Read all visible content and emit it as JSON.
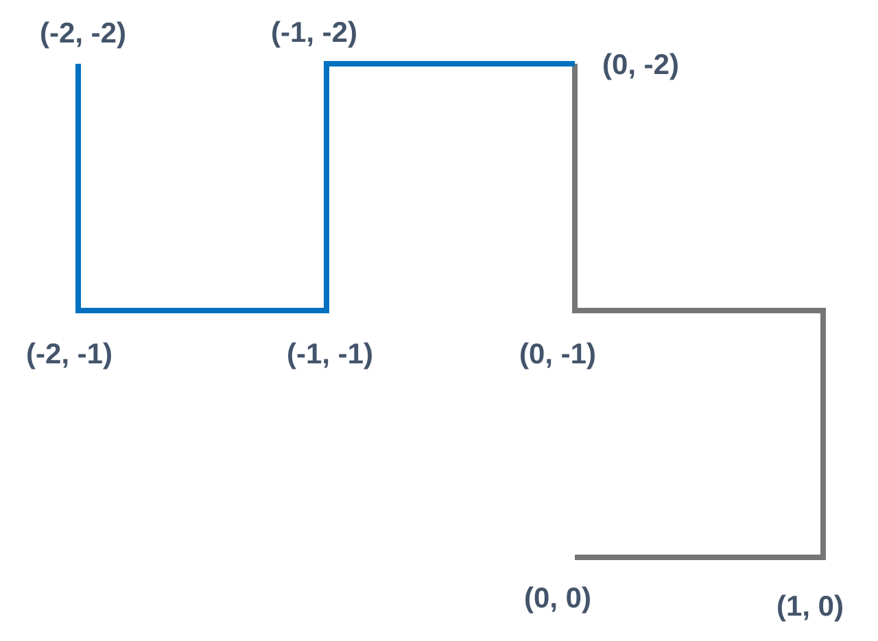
{
  "colors": {
    "blue_path": "#0070C0",
    "gray_path": "#767676",
    "label": "#44546A",
    "background": "#FFFFFF"
  },
  "paths": [
    {
      "name": "gray-path",
      "color_key": "gray_path",
      "points": [
        [
          0,
          0
        ],
        [
          1,
          0
        ],
        [
          1,
          -1
        ],
        [
          0,
          -1
        ],
        [
          0,
          -2
        ]
      ]
    },
    {
      "name": "blue-path",
      "color_key": "blue_path",
      "points": [
        [
          0,
          -2
        ],
        [
          -1,
          -2
        ],
        [
          -1,
          -1
        ],
        [
          -2,
          -1
        ],
        [
          -2,
          -2
        ]
      ]
    }
  ],
  "labels": [
    {
      "id": "label-neg2-neg2",
      "text": "(-2, -2)"
    },
    {
      "id": "label-neg1-neg2",
      "text": "(-1, -2)"
    },
    {
      "id": "label-0-neg2",
      "text": "(0, -2)"
    },
    {
      "id": "label-neg2-neg1",
      "text": "(-2, -1)"
    },
    {
      "id": "label-neg1-neg1",
      "text": "(-1, -1)"
    },
    {
      "id": "label-0-neg1",
      "text": "(0, -1)"
    },
    {
      "id": "label-0-0",
      "text": "(0, 0)"
    },
    {
      "id": "label-1-0",
      "text": "(1, 0)"
    }
  ]
}
